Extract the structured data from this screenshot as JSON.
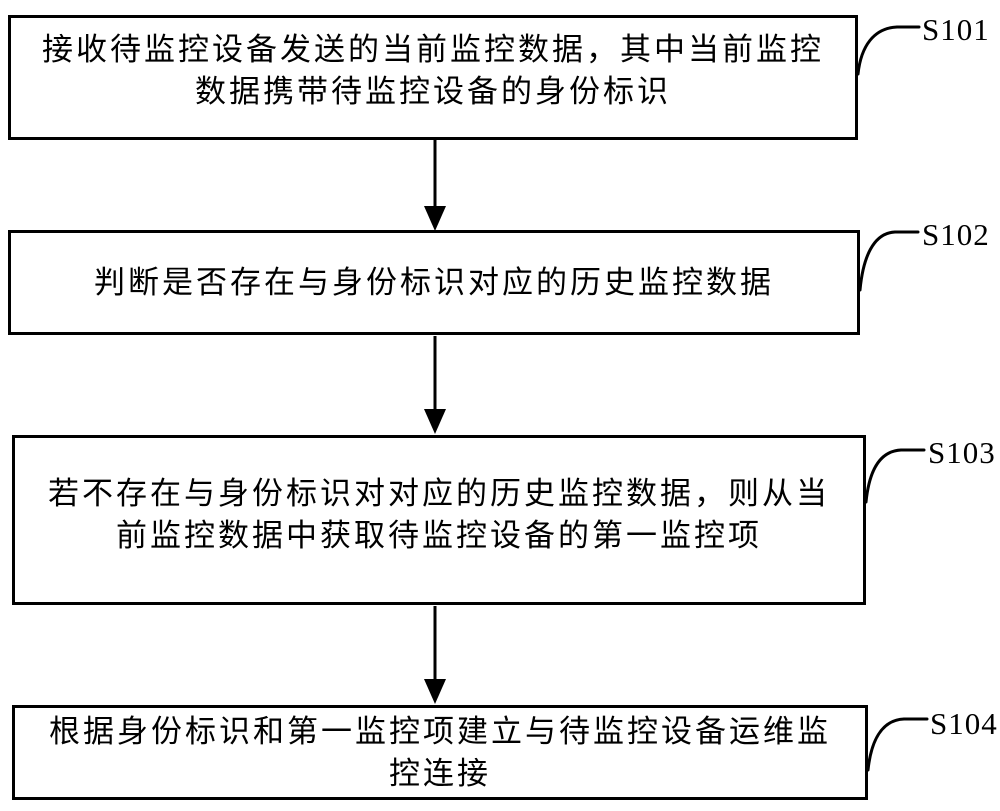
{
  "figure": {
    "kind": "patent-flowchart",
    "background_color": "#ffffff",
    "ink_color": "#000000"
  },
  "steps": [
    {
      "label": "S101",
      "lines": [
        "接收待监控设备发送的当前监控数据，其中当前监控",
        "数据携带待监控设备的身份标识"
      ]
    },
    {
      "label": "S102",
      "lines": [
        "判断是否存在与身份标识对应的历史监控数据"
      ]
    },
    {
      "label": "S103",
      "lines": [
        "若不存在与身份标识对对应的历史监控数据，则从当",
        "前监控数据中获取待监控设备的第一监控项"
      ]
    },
    {
      "label": "S104",
      "lines": [
        "根据身份标识和第一监控项建立与待监控设备运维监",
        "控连接"
      ]
    }
  ]
}
